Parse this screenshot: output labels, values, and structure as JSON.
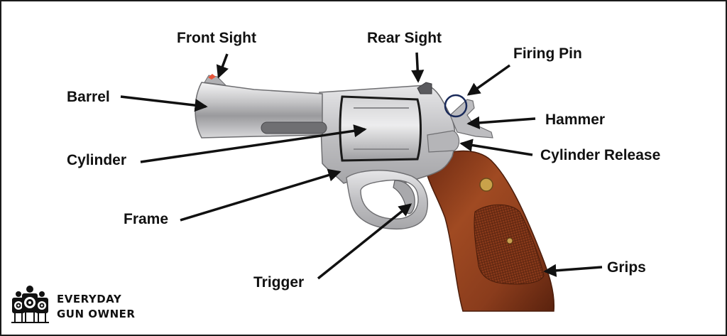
{
  "labels": {
    "front_sight": "Front Sight",
    "rear_sight": "Rear Sight",
    "firing_pin": "Firing Pin",
    "barrel": "Barrel",
    "hammer": "Hammer",
    "cylinder": "Cylinder",
    "cylinder_release": "Cylinder Release",
    "frame": "Frame",
    "trigger": "Trigger",
    "grips": "Grips"
  },
  "brand": {
    "line1": "EVERYDAY",
    "line2": "GUN OWNER",
    "logo_icon": "shooting-target-silhouettes-icon"
  },
  "colors": {
    "steel": "#c9c9cb",
    "wood": "#8a3c1c",
    "front_sight_insert": "#e8553a",
    "annotation": "#111111"
  }
}
